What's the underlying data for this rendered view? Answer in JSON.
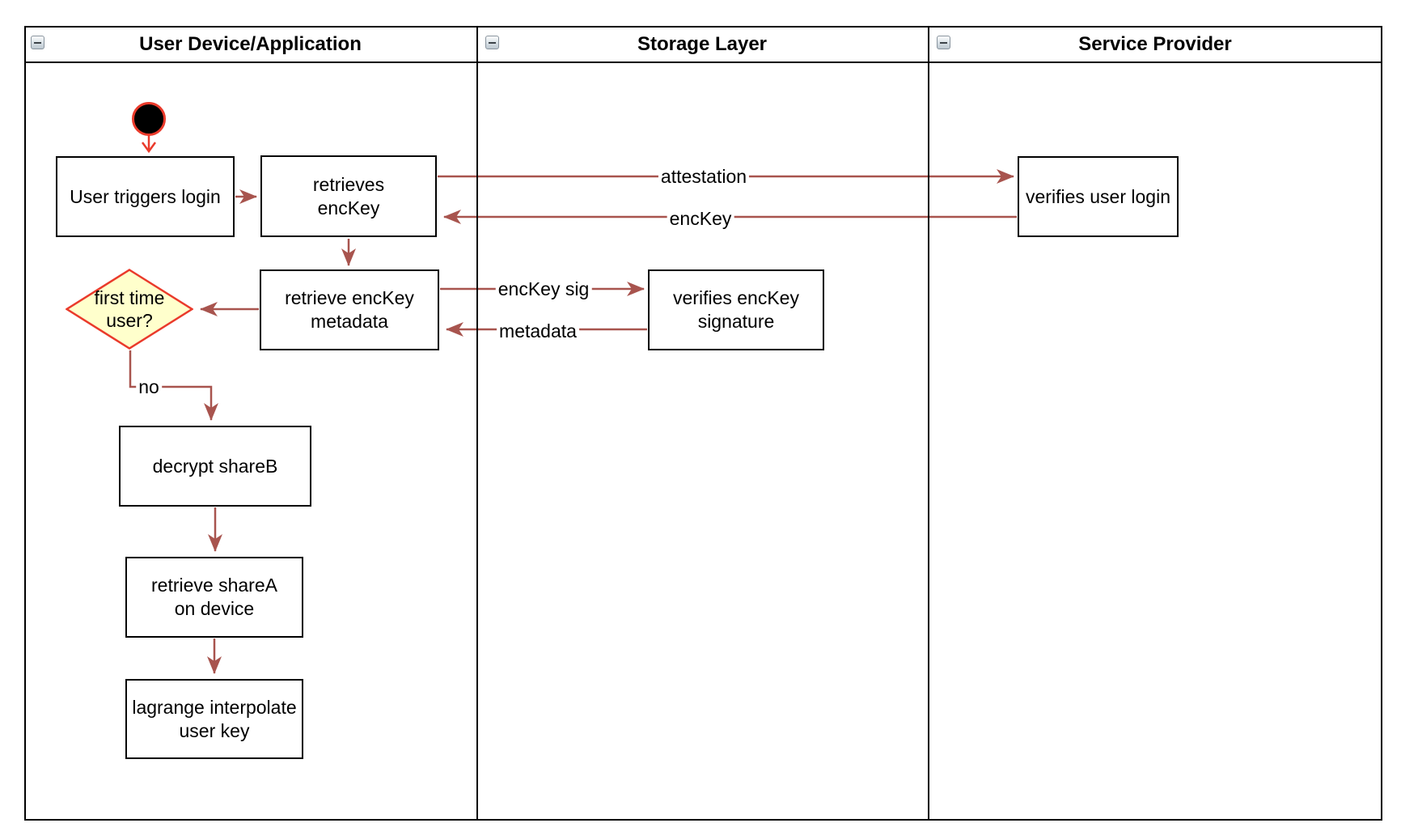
{
  "diagram_type": "swimlane-activity-diagram",
  "colors": {
    "shape_border": "#000000",
    "background": "#ffffff",
    "flow_arrow": "#a8544e",
    "start_accent": "#ea3a2b",
    "decision_fill": "#ffffcc",
    "decision_border": "#ea3a2b",
    "initial_node_fill": "#000000"
  },
  "lanes": [
    {
      "title": "User Device/Application"
    },
    {
      "title": "Storage Layer"
    },
    {
      "title": "Service Provider"
    }
  ],
  "nodes": {
    "user_triggers_login": {
      "label": "User triggers login"
    },
    "retrieves_enckey": {
      "label": "retrieves\nencKey"
    },
    "retrieve_enckey_metadata": {
      "label": "retrieve encKey\nmetadata"
    },
    "first_time_user": {
      "label": "first time\nuser?"
    },
    "decrypt_shareb": {
      "label": "decrypt shareB"
    },
    "retrieve_sharea": {
      "label": "retrieve shareA\non device"
    },
    "lagrange_interpolate": {
      "label": "lagrange interpolate\nuser key"
    },
    "verifies_enckey_signature": {
      "label": "verifies encKey\nsignature"
    },
    "verifies_user_login": {
      "label": "verifies user login"
    }
  },
  "edges": {
    "attestation": {
      "label": "attestation"
    },
    "enckey_return": {
      "label": "encKey"
    },
    "enckey_sig": {
      "label": "encKey sig"
    },
    "metadata_return": {
      "label": "metadata"
    },
    "no_branch": {
      "label": "no"
    }
  }
}
